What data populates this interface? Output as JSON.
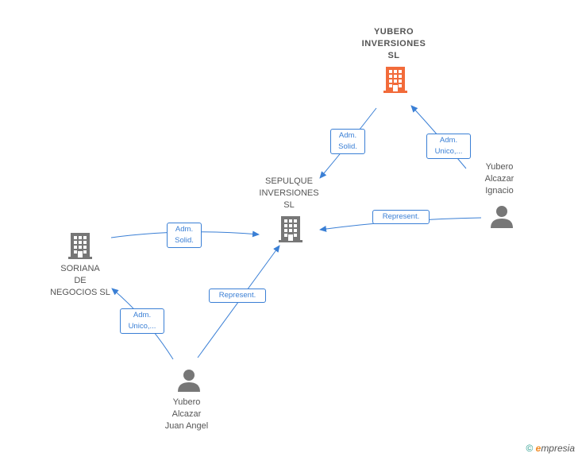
{
  "nodes": {
    "yubero_inversiones": {
      "label": "YUBERO\nINVERSIONES\nSL",
      "color": "#f26b3a"
    },
    "sepulque": {
      "label": "SEPULQUE\nINVERSIONES\nSL",
      "color": "#777777"
    },
    "soriana": {
      "label": "SORIANA\nDE\nNEGOCIOS  SL",
      "color": "#777777"
    },
    "yubero_ignacio": {
      "label": "Yubero\nAlcazar\nIgnacio",
      "color": "#777777"
    },
    "yubero_juan": {
      "label": "Yubero\nAlcazar\nJuan Angel",
      "color": "#777777"
    }
  },
  "edges": [
    {
      "label": "Adm.\nSolid."
    },
    {
      "label": "Adm.\nUnico,..."
    },
    {
      "label": "Represent."
    },
    {
      "label": "Adm.\nSolid."
    },
    {
      "label": "Adm.\nUnico,..."
    },
    {
      "label": "Represent."
    }
  ],
  "colors": {
    "edge": "#3a7fd5"
  },
  "footer": {
    "copyright": "©",
    "brand_e": "e",
    "brand_rest": "mpresia"
  }
}
